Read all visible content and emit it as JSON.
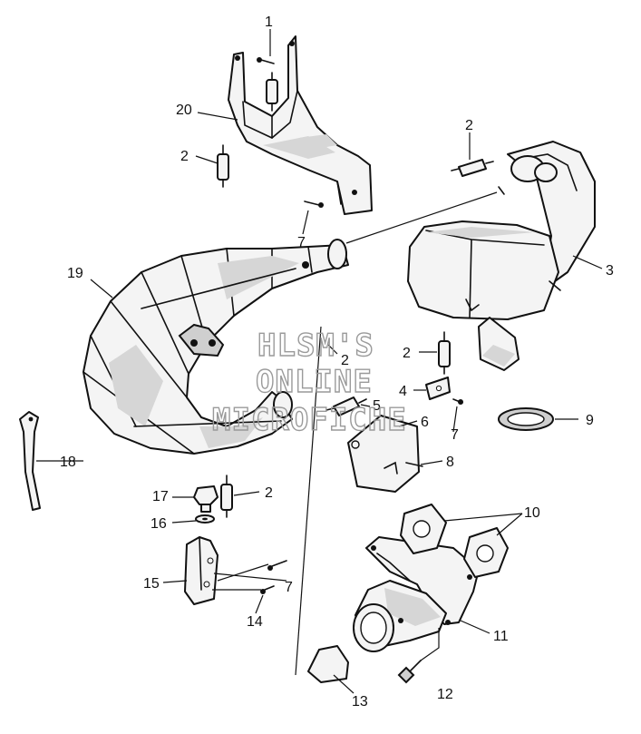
{
  "watermark": {
    "line1": "HLSM'S",
    "line2": "ONLINE",
    "line3": "MICROFICHE"
  },
  "callouts": {
    "c1": "1",
    "c2a": "2",
    "c2b": "2",
    "c2c": "2",
    "c2d": "2",
    "c2e": "2",
    "c3": "3",
    "c4": "4",
    "c5": "5",
    "c6": "6",
    "c7a": "7",
    "c7b": "7",
    "c7c": "7",
    "c8": "8",
    "c9": "9",
    "c10": "10",
    "c11": "11",
    "c12": "12",
    "c13": "13",
    "c14": "14",
    "c15": "15",
    "c16": "16",
    "c17": "17",
    "c18": "18",
    "c19": "19",
    "c20": "20"
  }
}
